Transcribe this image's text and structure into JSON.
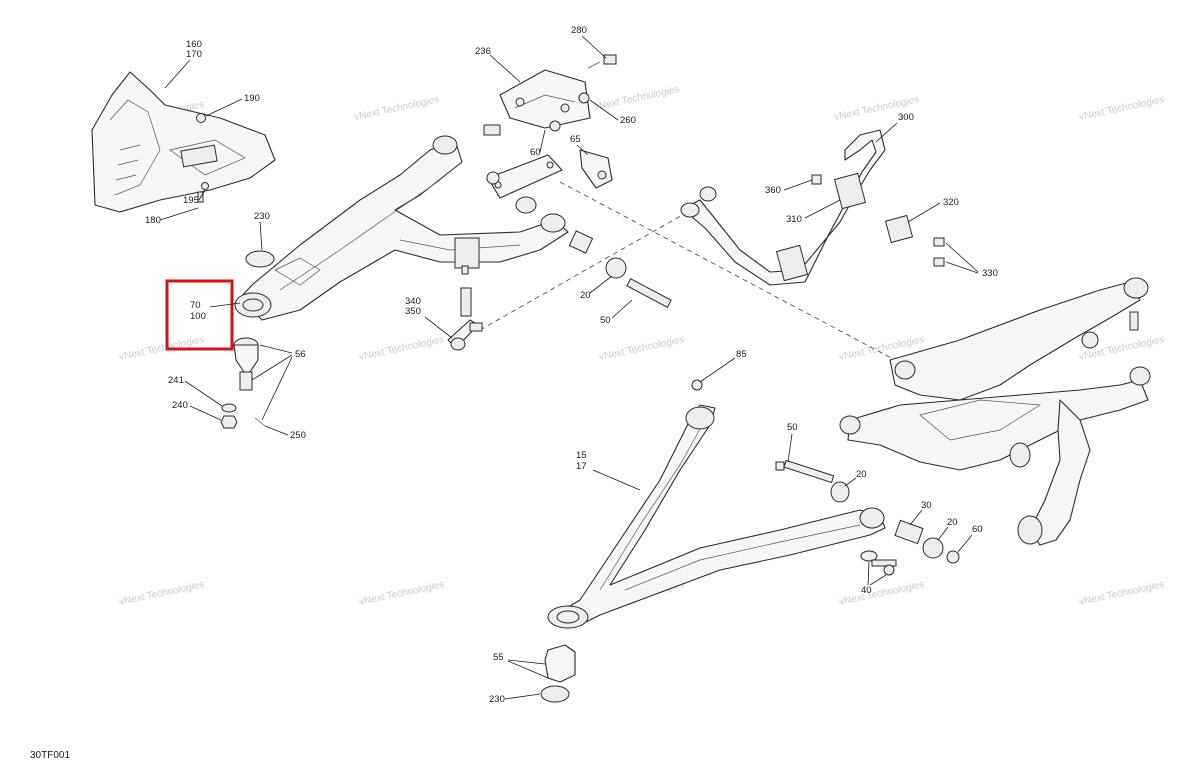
{
  "diagram": {
    "code": "30TF001",
    "watermark_text": "vNext Technologies",
    "highlight_color": "#d0141b",
    "callouts": {
      "c160": "160",
      "c170": "170",
      "c190": "190",
      "c195": "195",
      "c180": "180",
      "c230a": "230",
      "c70": "70",
      "c100": "100",
      "c56": "56",
      "c241": "241",
      "c240": "240",
      "c250": "250",
      "c236": "236",
      "c280": "280",
      "c260": "260",
      "c60a": "60",
      "c65": "65",
      "c20a": "20",
      "c50a": "50",
      "c340": "340",
      "c350": "350",
      "c300": "300",
      "c360": "360",
      "c310": "310",
      "c320": "320",
      "c330": "330",
      "c85": "85",
      "c15": "15",
      "c17": "17",
      "c50b": "50",
      "c20b": "20",
      "c30": "30",
      "c20c": "20",
      "c60b": "60",
      "c40": "40",
      "c55": "55",
      "c230b": "230"
    }
  }
}
